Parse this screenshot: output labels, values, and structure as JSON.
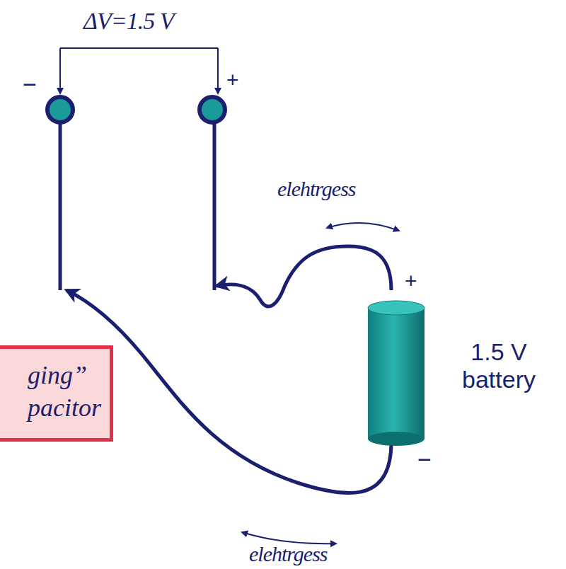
{
  "diagram": {
    "nodes": [
      {
        "text": [
          "ging” pacitor"
        ]
      }
    ],
    "labels": [
      "ΔV=1.5 V",
      "−",
      "+",
      "elehtrgess",
      "+",
      "1.5 V battery",
      "−",
      "elehtrgess"
    ]
  }
}
